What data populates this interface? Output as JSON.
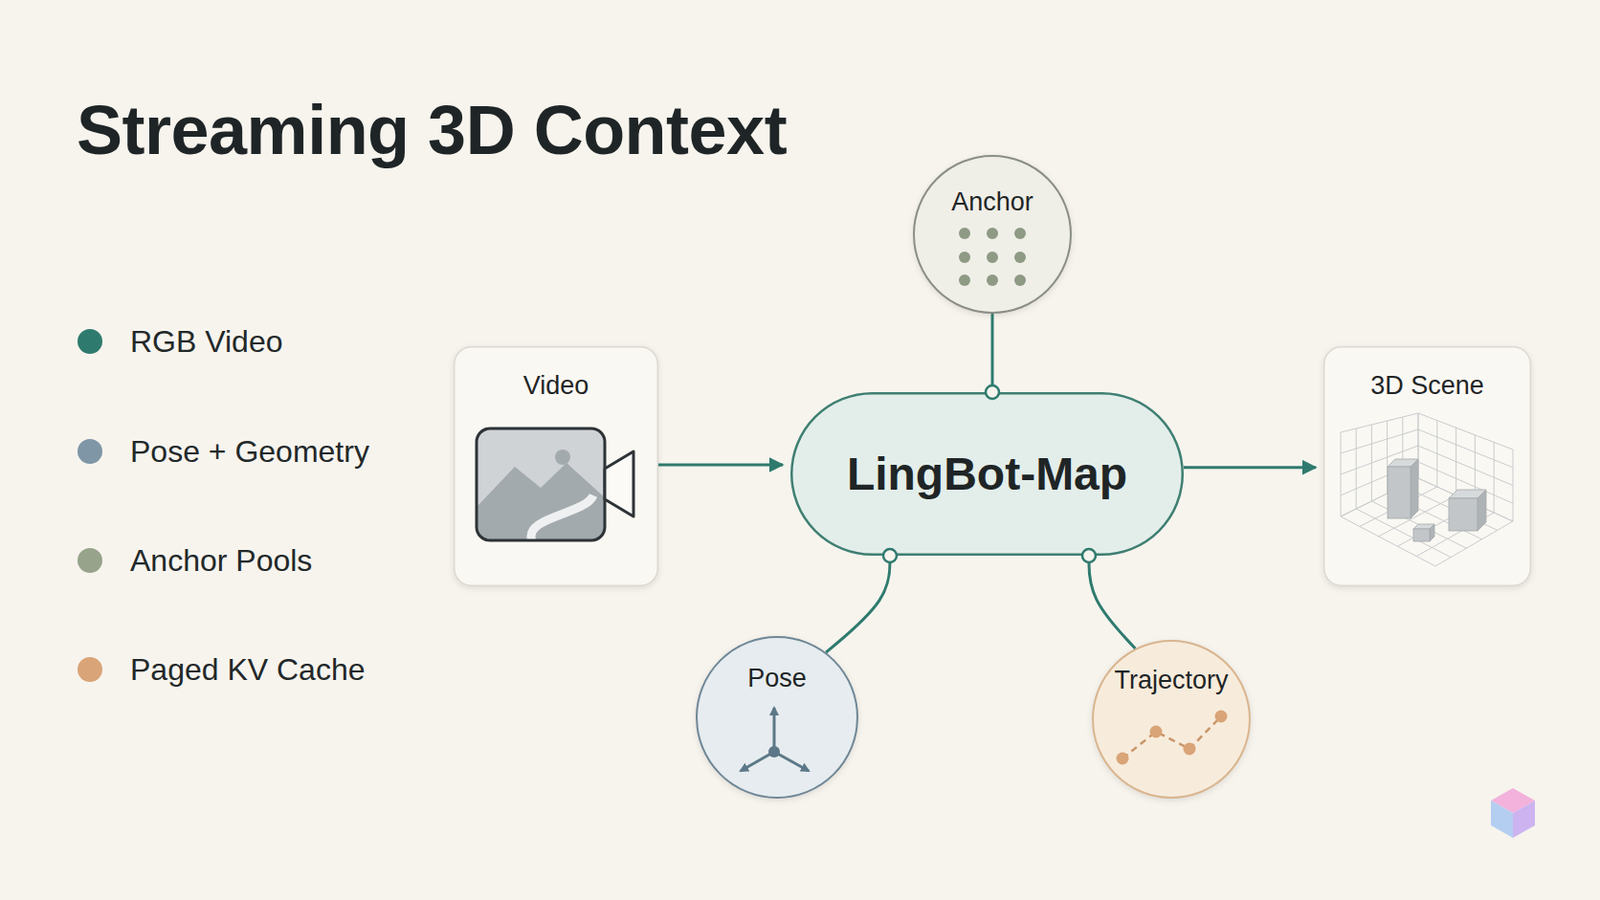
{
  "diagram": {
    "title": "Streaming 3D Context",
    "nodes": [
      {
        "text": [
          "Anchor"
        ]
      },
      {
        "text": [
          "Video"
        ]
      },
      {
        "text": [
          "LingBot-Map"
        ]
      },
      {
        "text": [
          "3D Scene"
        ]
      },
      {
        "text": [
          "Pose"
        ]
      },
      {
        "text": [
          "Trajectory"
        ]
      }
    ],
    "edges": [
      {
        "from": 1,
        "to": 2,
        "arrow": "to"
      },
      {
        "from": 2,
        "to": 3,
        "arrow": "to"
      },
      {
        "from": 0,
        "to": 2,
        "arrow": "none"
      },
      {
        "from": 2,
        "to": 4,
        "arrow": "none"
      },
      {
        "from": 2,
        "to": 5,
        "arrow": "none"
      }
    ],
    "legend": [
      {
        "text": "RGB Video",
        "color": "#2f7a6e"
      },
      {
        "text": "Pose + Geometry",
        "color": "#7f96a6"
      },
      {
        "text": "Anchor Pools",
        "color": "#97a48b"
      },
      {
        "text": "Paged KV Cache",
        "color": "#d9a477"
      }
    ]
  }
}
